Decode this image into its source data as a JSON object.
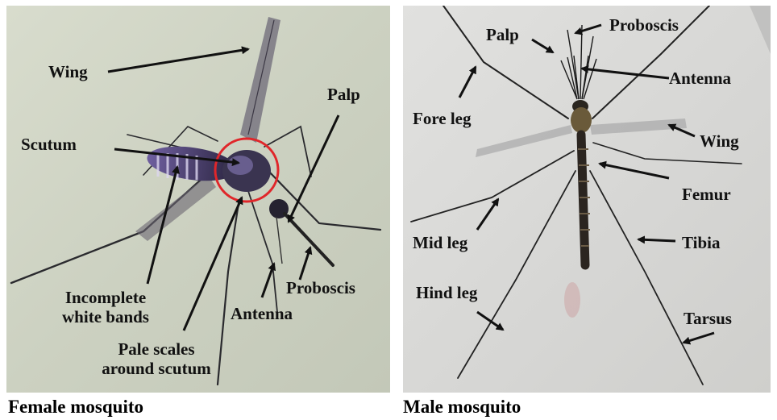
{
  "female": {
    "caption": "Female mosquito",
    "labels": {
      "wing": "Wing",
      "scutum": "Scutum",
      "palp": "Palp",
      "incomplete_bands_1": "Incomplete",
      "incomplete_bands_2": "white bands",
      "proboscis": "Proboscis",
      "antenna": "Antenna",
      "pale_scales_1": "Pale scales",
      "pale_scales_2": "around scutum"
    }
  },
  "male": {
    "caption": "Male mosquito",
    "labels": {
      "palp": "Palp",
      "proboscis": "Proboscis",
      "antenna": "Antenna",
      "fore_leg": "Fore leg",
      "wing": "Wing",
      "femur": "Femur",
      "mid_leg": "Mid leg",
      "tibia": "Tibia",
      "hind_leg": "Hind leg",
      "tarsus": "Tarsus"
    }
  },
  "colors": {
    "female_background": "#cfd3c3",
    "male_background": "#d9d9d7",
    "highlight_circle": "#e0262a",
    "arrow": "#111111"
  }
}
